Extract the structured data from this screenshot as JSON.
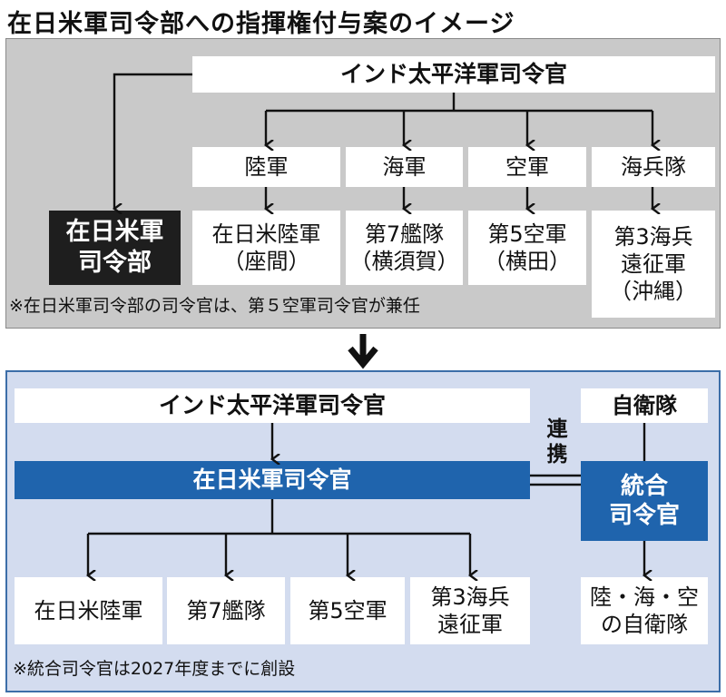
{
  "title": "在日米軍司令部への指揮権付与案のイメージ",
  "top": {
    "indopacom": "インド太平洋軍司令官",
    "services": [
      "陸軍",
      "海軍",
      "空軍",
      "海兵隊"
    ],
    "usfj_hq": [
      "在日米軍",
      "司令部"
    ],
    "units": [
      [
        "在日米陸軍",
        "（座間）"
      ],
      [
        "第7艦隊",
        "（横須賀）"
      ],
      [
        "第5空軍",
        "（横田）"
      ],
      [
        "第3海兵",
        "遠征軍",
        "（沖縄）"
      ]
    ],
    "note": "※在日米軍司令部の司令官は、第５空軍司令官が兼任"
  },
  "bottom": {
    "indopacom": "インド太平洋軍司令官",
    "sdf": "自衛隊",
    "renkei": [
      "連",
      "携"
    ],
    "usfj_commander": "在日米軍司令官",
    "joint_commander": [
      "統合",
      "司令官"
    ],
    "units": [
      [
        "在日米陸軍"
      ],
      [
        "第7艦隊"
      ],
      [
        "第5空軍"
      ],
      [
        "第3海兵",
        "遠征軍"
      ]
    ],
    "sdf_units": [
      "陸・海・空",
      "の自衛隊"
    ],
    "note": "※統合司令官は2027年度までに創設"
  },
  "colors": {
    "dark_box": "#1e1e1e",
    "blue_box": "#1f64ad",
    "top_panel": "#c9c9c9",
    "bottom_panel": "#d3dcef",
    "border_blue": "#3c6ea8"
  }
}
